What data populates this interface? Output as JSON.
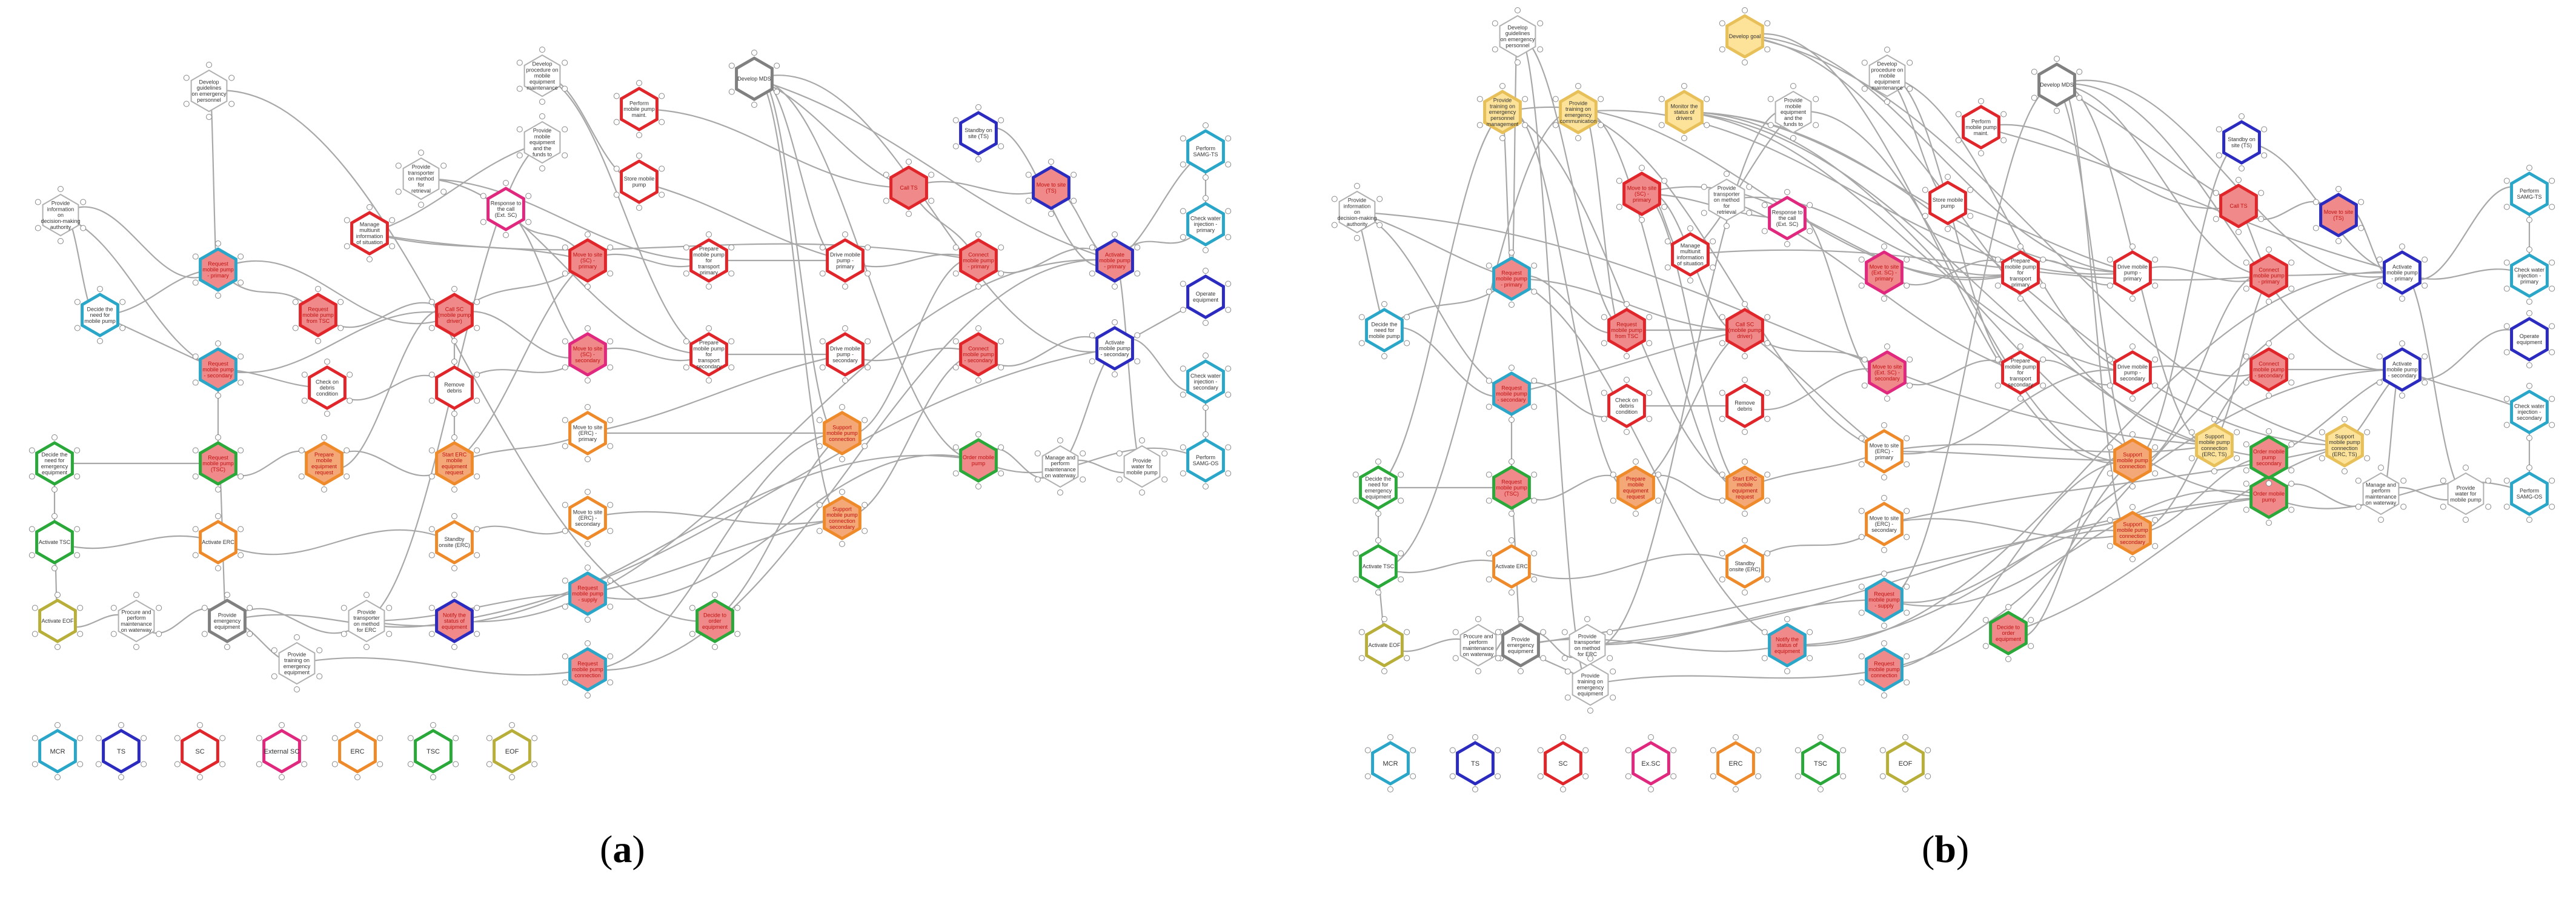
{
  "panels": [
    {
      "id": "a",
      "caption_prefix": "(",
      "caption_letter": "a",
      "caption_suffix": ")",
      "nodes": [
        {
          "id": "a1",
          "label": "Develop guidelines on emergency personnel",
          "type": "plain"
        },
        {
          "id": "a2",
          "label": "Develop procedure on mobile equipment maintenance",
          "type": "plain"
        },
        {
          "id": "a3",
          "label": "Develop MDS",
          "type": "dark"
        },
        {
          "id": "a4",
          "label": "Perform mobile pump maint.",
          "type": "SC"
        },
        {
          "id": "a5",
          "label": "Provide mobile equipment and the funds to",
          "type": "plain"
        },
        {
          "id": "a6",
          "label": "Provide information on decision-making authority",
          "type": "plain"
        },
        {
          "id": "a7",
          "label": "Provide transporter on method for retrieval",
          "type": "plain"
        },
        {
          "id": "a8",
          "label": "Store mobile pump",
          "type": "SC"
        },
        {
          "id": "a9",
          "label": "Response to the call (Ext. SC)",
          "type": "ExtSC"
        },
        {
          "id": "a10",
          "label": "Standby on site (TS)",
          "type": "TS"
        },
        {
          "id": "a11",
          "label": "Perform SAMG-TS",
          "type": "MCR"
        },
        {
          "id": "a12",
          "label": "Call TS",
          "type": "SC-fill"
        },
        {
          "id": "a13",
          "label": "Move to site (TS)",
          "type": "TS-fill"
        },
        {
          "id": "a14",
          "label": "Manage multiunit information of situation",
          "type": "SC"
        },
        {
          "id": "a15",
          "label": "Request mobile pump - primary",
          "type": "MCR-fill"
        },
        {
          "id": "a16",
          "label": "Move to site (SC) - primary",
          "type": "SC-fill"
        },
        {
          "id": "a17",
          "label": "Prepare mobile pump for transport primary",
          "type": "SC"
        },
        {
          "id": "a18",
          "label": "Drive mobile pump - primary",
          "type": "SC"
        },
        {
          "id": "a19",
          "label": "Connect mobile pump - primary",
          "type": "SC-fill"
        },
        {
          "id": "a20",
          "label": "Activate mobile pump - primary",
          "type": "TS-fill"
        },
        {
          "id": "a21",
          "label": "Check water injection - primary",
          "type": "MCR"
        },
        {
          "id": "a22",
          "label": "Decide the need for mobile pump",
          "type": "MCR"
        },
        {
          "id": "a23",
          "label": "Request mobile pump from TSC",
          "type": "SC-fill"
        },
        {
          "id": "a24",
          "label": "Call SC (mobile pump driver)",
          "type": "SC-fill"
        },
        {
          "id": "a25",
          "label": "Operate equipment",
          "type": "TS"
        },
        {
          "id": "a26",
          "label": "Request mobile pump - secondary",
          "type": "MCR-fill"
        },
        {
          "id": "a27",
          "label": "Check on debris condition",
          "type": "SC"
        },
        {
          "id": "a28",
          "label": "Remove debris",
          "type": "SC"
        },
        {
          "id": "a29",
          "label": "Move to site (SC) - secondary",
          "type": "ExtSC-fill"
        },
        {
          "id": "a30",
          "label": "Prepare mobile pump for transport secondary",
          "type": "SC"
        },
        {
          "id": "a31",
          "label": "Drive mobile pump - secondary",
          "type": "SC"
        },
        {
          "id": "a32",
          "label": "Connect mobile pump - secondary",
          "type": "SC-fill"
        },
        {
          "id": "a33",
          "label": "Activate mobile pump - secondary",
          "type": "TS"
        },
        {
          "id": "a34",
          "label": "Check water injection - secondary",
          "type": "MCR"
        },
        {
          "id": "a35",
          "label": "Decide the need for emergency equipment",
          "type": "TSC"
        },
        {
          "id": "a36",
          "label": "Request mobile pump (TSC)",
          "type": "TSC-fill"
        },
        {
          "id": "a37",
          "label": "Prepare mobile equipment request",
          "type": "ERC-fill"
        },
        {
          "id": "a38",
          "label": "Start ERC mobile equipment request",
          "type": "ERC-fill"
        },
        {
          "id": "a39",
          "label": "Move to site (ERC) - primary",
          "type": "ERC"
        },
        {
          "id": "a40",
          "label": "Support mobile pump connection",
          "type": "ERC-fill"
        },
        {
          "id": "a41",
          "label": "Order mobile pump",
          "type": "TSC-fill"
        },
        {
          "id": "a42",
          "label": "Perform SAMG-OS",
          "type": "MCR"
        },
        {
          "id": "a43",
          "label": "Manage and perform maintenance on waterway",
          "type": "plain"
        },
        {
          "id": "a44",
          "label": "Provide water for mobile pump",
          "type": "plain"
        },
        {
          "id": "a45",
          "label": "Activate TSC",
          "type": "TSC"
        },
        {
          "id": "a46",
          "label": "Activate ERC",
          "type": "ERC"
        },
        {
          "id": "a47",
          "label": "Standby onsite (ERC)",
          "type": "ERC"
        },
        {
          "id": "a48",
          "label": "Move to site (ERC) - secondary",
          "type": "ERC"
        },
        {
          "id": "a49",
          "label": "Support mobile pump connection secondary",
          "type": "ERC-fill"
        },
        {
          "id": "a50",
          "label": "Activate EOF",
          "type": "EOF"
        },
        {
          "id": "a51",
          "label": "Procure and perform maintenance on waterway",
          "type": "plain"
        },
        {
          "id": "a52",
          "label": "Provide emergency equipment",
          "type": "dark"
        },
        {
          "id": "a53",
          "label": "Provide transporter on method for ERC",
          "type": "plain"
        },
        {
          "id": "a54",
          "label": "Notify the status of equipment",
          "type": "TS-fill"
        },
        {
          "id": "a55",
          "label": "Request mobile pump - supply",
          "type": "MCR-fill"
        },
        {
          "id": "a56",
          "label": "Decide to order equipment",
          "type": "TSC-fill"
        },
        {
          "id": "a57",
          "label": "Provide training on emergency equipment",
          "type": "plain"
        },
        {
          "id": "a58",
          "label": "Request mobile pump connection",
          "type": "MCR-fill"
        }
      ],
      "legend": [
        {
          "label": "MCR",
          "type": "MCR"
        },
        {
          "label": "TS",
          "type": "TS"
        },
        {
          "label": "SC",
          "type": "SC"
        },
        {
          "label": "External SC",
          "type": "ExtSC"
        },
        {
          "label": "ERC",
          "type": "ERC"
        },
        {
          "label": "TSC",
          "type": "TSC"
        },
        {
          "label": "EOF",
          "type": "EOF"
        }
      ]
    },
    {
      "id": "b",
      "caption_prefix": "(",
      "caption_letter": "b",
      "caption_suffix": ")",
      "nodes": [
        {
          "id": "b1",
          "label": "Develop guidelines on emergency personnel",
          "type": "plain"
        },
        {
          "id": "b2",
          "label": "Develop goal",
          "type": "yellow"
        },
        {
          "id": "b3",
          "label": "Develop procedure on mobile equipment maintenance",
          "type": "plain"
        },
        {
          "id": "b4",
          "label": "Develop MDS",
          "type": "dark"
        },
        {
          "id": "b5",
          "label": "Provide training on emergency personnel management",
          "type": "yellow"
        },
        {
          "id": "b6",
          "label": "Provide training on emergency communication",
          "type": "yellow"
        },
        {
          "id": "b7",
          "label": "Monitor the status of drivers",
          "type": "yellow"
        },
        {
          "id": "b8",
          "label": "Provide mobile equipment and the funds to",
          "type": "plain"
        },
        {
          "id": "b9",
          "label": "Perform mobile pump maint.",
          "type": "SC"
        },
        {
          "id": "b10",
          "label": "Standby on site (TS)",
          "type": "TS"
        },
        {
          "id": "b11",
          "label": "Perform SAMG-TS",
          "type": "MCR"
        },
        {
          "id": "b12",
          "label": "Provide information on decision-making authority",
          "type": "plain"
        },
        {
          "id": "b13",
          "label": "Move to site (SC) - primary",
          "type": "SC-fill"
        },
        {
          "id": "b14",
          "label": "Provide transporter on method for retrieval",
          "type": "plain"
        },
        {
          "id": "b15",
          "label": "Response to the call (Ext. SC)",
          "type": "ExtSC"
        },
        {
          "id": "b16",
          "label": "Store mobile pump",
          "type": "SC"
        },
        {
          "id": "b17",
          "label": "Call TS",
          "type": "SC-fill"
        },
        {
          "id": "b18",
          "label": "Move to site (TS)",
          "type": "TS-fill"
        },
        {
          "id": "b19",
          "label": "Request mobile pump - primary",
          "type": "MCR-fill"
        },
        {
          "id": "b20",
          "label": "Manage multiunit information of situation",
          "type": "SC"
        },
        {
          "id": "b21",
          "label": "Move to site (Ext. SC) - primary",
          "type": "ExtSC-fill"
        },
        {
          "id": "b22",
          "label": "Prepare mobile pump for transport primary",
          "type": "SC"
        },
        {
          "id": "b23",
          "label": "Drive mobile pump - primary",
          "type": "SC"
        },
        {
          "id": "b24",
          "label": "Connect mobile pump - primary",
          "type": "SC-fill"
        },
        {
          "id": "b25",
          "label": "Activate mobile pump - primary",
          "type": "TS"
        },
        {
          "id": "b26",
          "label": "Check water injection - primary",
          "type": "MCR"
        },
        {
          "id": "b27",
          "label": "Decide the need for mobile pump",
          "type": "MCR"
        },
        {
          "id": "b28",
          "label": "Request mobile pump from TSC",
          "type": "SC-fill"
        },
        {
          "id": "b29",
          "label": "Call SC (mobile pump driver)",
          "type": "SC-fill"
        },
        {
          "id": "b30",
          "label": "Operate equipment",
          "type": "TS"
        },
        {
          "id": "b31",
          "label": "Request mobile pump - secondary",
          "type": "MCR-fill"
        },
        {
          "id": "b32",
          "label": "Check on debris condition",
          "type": "SC"
        },
        {
          "id": "b33",
          "label": "Remove debris",
          "type": "SC"
        },
        {
          "id": "b34",
          "label": "Move to site (Ext. SC) - secondary",
          "type": "ExtSC-fill"
        },
        {
          "id": "b35",
          "label": "Prepare mobile pump for transport secondary",
          "type": "SC"
        },
        {
          "id": "b36",
          "label": "Drive mobile pump - secondary",
          "type": "SC"
        },
        {
          "id": "b37",
          "label": "Connect mobile pump - secondary",
          "type": "SC-fill"
        },
        {
          "id": "b38",
          "label": "Activate mobile pump - secondary",
          "type": "TS"
        },
        {
          "id": "b39",
          "label": "Check water injection - secondary",
          "type": "MCR"
        },
        {
          "id": "b40",
          "label": "Support mobile pump connection (ERC, TS)",
          "type": "yellow"
        },
        {
          "id": "b41",
          "label": "Support mobile pump connection (ERC, TS)",
          "type": "yellow"
        },
        {
          "id": "b42",
          "label": "Decide the need for emergency equipment",
          "type": "TSC"
        },
        {
          "id": "b43",
          "label": "Request mobile pump (TSC)",
          "type": "TSC-fill"
        },
        {
          "id": "b44",
          "label": "Prepare mobile equipment request",
          "type": "ERC-fill"
        },
        {
          "id": "b45",
          "label": "Start ERC mobile equipment request",
          "type": "ERC-fill"
        },
        {
          "id": "b46",
          "label": "Move to site (ERC) - primary",
          "type": "ERC"
        },
        {
          "id": "b47",
          "label": "Support mobile pump connection",
          "type": "ERC-fill"
        },
        {
          "id": "b48",
          "label": "Order mobile pump",
          "type": "TSC-fill"
        },
        {
          "id": "b49",
          "label": "Order mobile pump secondary",
          "type": "TSC-fill"
        },
        {
          "id": "b50",
          "label": "Manage and perform maintenance on waterway",
          "type": "plain"
        },
        {
          "id": "b51",
          "label": "Provide water for mobile pump",
          "type": "plain"
        },
        {
          "id": "b52",
          "label": "Perform SAMG-OS",
          "type": "MCR"
        },
        {
          "id": "b53",
          "label": "Activate TSC",
          "type": "TSC"
        },
        {
          "id": "b54",
          "label": "Activate ERC",
          "type": "ERC"
        },
        {
          "id": "b55",
          "label": "Standby onsite (ERC)",
          "type": "ERC"
        },
        {
          "id": "b56",
          "label": "Move to site (ERC) - secondary",
          "type": "ERC"
        },
        {
          "id": "b57",
          "label": "Support mobile pump connection secondary",
          "type": "ERC-fill"
        },
        {
          "id": "b58",
          "label": "Activate EOF",
          "type": "EOF"
        },
        {
          "id": "b59",
          "label": "Procure and perform maintenance on waterway",
          "type": "plain"
        },
        {
          "id": "b60",
          "label": "Provide emergency equipment",
          "type": "dark"
        },
        {
          "id": "b61",
          "label": "Provide transporter on method for ERC",
          "type": "plain"
        },
        {
          "id": "b62",
          "label": "Notify the status of equipment",
          "type": "MCR-fill"
        },
        {
          "id": "b63",
          "label": "Request mobile pump - supply",
          "type": "MCR-fill"
        },
        {
          "id": "b64",
          "label": "Decide to order equipment",
          "type": "TSC-fill"
        },
        {
          "id": "b65",
          "label": "Provide training on emergency equipment",
          "type": "plain"
        },
        {
          "id": "b66",
          "label": "Request mobile pump connection",
          "type": "MCR-fill"
        }
      ],
      "legend": [
        {
          "label": "MCR",
          "type": "MCR"
        },
        {
          "label": "TS",
          "type": "TS"
        },
        {
          "label": "SC",
          "type": "SC"
        },
        {
          "label": "Ex.SC",
          "type": "ExtSC"
        },
        {
          "label": "ERC",
          "type": "ERC"
        },
        {
          "label": "TSC",
          "type": "TSC"
        },
        {
          "label": "EOF",
          "type": "EOF"
        }
      ]
    }
  ],
  "styles": {
    "MCR": {
      "stroke": "#2aa6c9",
      "fill": "#ffffff"
    },
    "MCR-fill": {
      "stroke": "#2aa6c9",
      "fill": "#f08a8a"
    },
    "TS": {
      "stroke": "#2b2bbf",
      "fill": "#ffffff"
    },
    "TS-fill": {
      "stroke": "#2b2bbf",
      "fill": "#f08a8a"
    },
    "SC": {
      "stroke": "#e0262b",
      "fill": "#ffffff"
    },
    "SC-fill": {
      "stroke": "#e0262b",
      "fill": "#f08a8a"
    },
    "ExtSC": {
      "stroke": "#e0287f",
      "fill": "#ffffff"
    },
    "ExtSC-fill": {
      "stroke": "#e0287f",
      "fill": "#f08a8a"
    },
    "ERC": {
      "stroke": "#ee8a2a",
      "fill": "#ffffff"
    },
    "ERC-fill": {
      "stroke": "#ee8a2a",
      "fill": "#f4a777"
    },
    "TSC": {
      "stroke": "#2aa83a",
      "fill": "#ffffff"
    },
    "TSC-fill": {
      "stroke": "#2aa83a",
      "fill": "#f08a8a"
    },
    "EOF": {
      "stroke": "#b8ae3a",
      "fill": "#ffffff"
    },
    "plain": {
      "stroke": "#b0b0b0",
      "fill": "#ffffff"
    },
    "dark": {
      "stroke": "#808080",
      "fill": "#ffffff"
    },
    "yellow": {
      "stroke": "#e8c05a",
      "fill": "#fde39a"
    }
  },
  "edge_color": "#a8a8a8"
}
